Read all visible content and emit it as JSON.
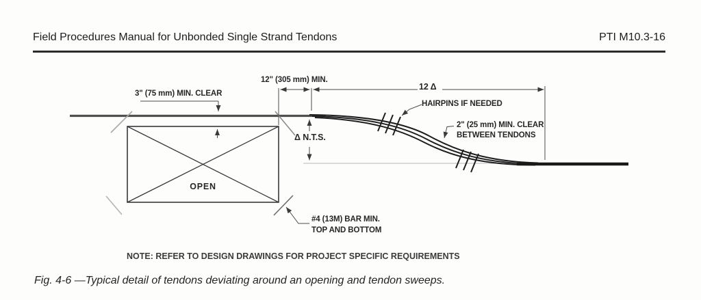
{
  "header": {
    "title": "Field Procedures Manual for Unbonded Single Strand Tendons",
    "doc_code": "PTI M10.3-16"
  },
  "figure": {
    "labels": {
      "clear3": "3\" (75 mm) MIN. CLEAR",
      "dim12": "12\" (305 mm) MIN.",
      "dim12delta": "12 Δ",
      "hairpins": "HAIRPINS IF NEEDED",
      "clear2_line1": "2\" (25 mm) MIN. CLEAR",
      "clear2_line2": "BETWEEN TENDONS",
      "delta_nts": "Δ N.T.S.",
      "open": "OPEN",
      "bar_line1": "#4 (13M) BAR MIN.",
      "bar_line2": "TOP AND BOTTOM"
    },
    "note": "NOTE: REFER TO DESIGN DRAWINGS FOR PROJECT SPECIFIC REQUIREMENTS",
    "caption": "Fig. 4-6 —Typical detail of tendons deviating around an opening and tendon sweeps."
  },
  "colors": {
    "ink": "#1f1f1f",
    "tendon_gray": "#4f4f4f",
    "dimension_line": "#4a4a4a",
    "page_bg": "#fdfdfc"
  }
}
